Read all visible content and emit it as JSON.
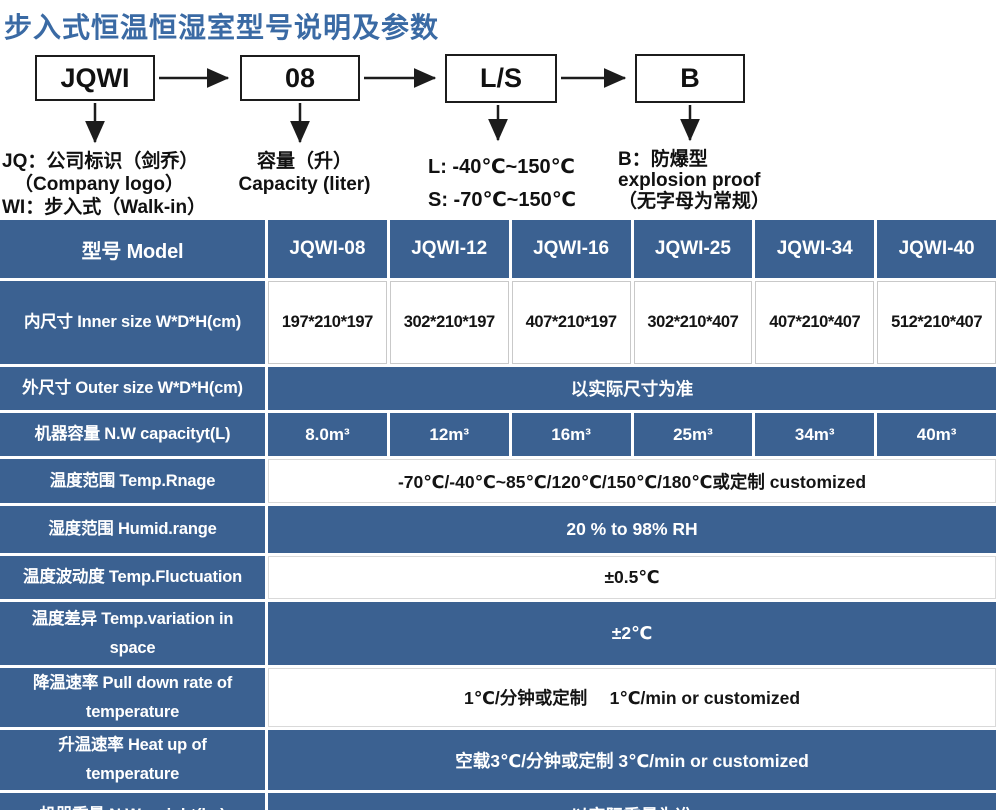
{
  "title": "步入式恒温恒湿室型号说明及参数",
  "colors": {
    "table_blue": "#3b6191",
    "title_blue": "#3a6aa4",
    "diagram_ink": "#1c1c1c"
  },
  "flow": {
    "boxes": [
      {
        "label": "JQWI",
        "notes": [
          "JQ：公司标识（剑乔）",
          "（Company logo）",
          "WI：步入式（Walk-in）"
        ]
      },
      {
        "label": "08",
        "notes": [
          "容量（升）",
          "Capacity (liter)"
        ]
      },
      {
        "label": "L/S",
        "notes": [
          "L: -40℃~150℃",
          "S: -70℃~150℃"
        ]
      },
      {
        "label": "B",
        "notes": [
          "B：防爆型",
          "explosion proof",
          "（无字母为常规）"
        ]
      }
    ]
  },
  "table": {
    "header": {
      "label": "型号 Model",
      "models": [
        "JQWI-08",
        "JQWI-12",
        "JQWI-16",
        "JQWI-25",
        "JQWI-34",
        "JQWI-40"
      ]
    },
    "rows": [
      {
        "label_lines": [
          "内尺寸 Inner size W*D*H(cm)"
        ],
        "values": [
          "197*210*197",
          "302*210*197",
          "407*210*197",
          "302*210*407",
          "407*210*407",
          "512*210*407"
        ]
      },
      {
        "label_lines": [
          "外尺寸 Outer size W*D*H(cm)"
        ],
        "value": "以实际尺寸为准"
      },
      {
        "label_lines": [
          "机器容量 N.W capacityt(L)"
        ],
        "values": [
          "8.0m³",
          "12m³",
          "16m³",
          "25m³",
          "34m³",
          "40m³"
        ]
      },
      {
        "label_lines": [
          "温度范围 Temp.Rnage"
        ],
        "value": "-70℃/-40℃~85℃/120℃/150℃/180℃或定制 customized"
      },
      {
        "label_lines": [
          "湿度范围 Humid.range"
        ],
        "value": "20 % to 98% RH"
      },
      {
        "label_lines": [
          "温度波动度 Temp.Fluctuation"
        ],
        "value": "±0.5℃"
      },
      {
        "label_lines": [
          "温度差异 Temp.variation in",
          "space"
        ],
        "value": "±2℃"
      },
      {
        "label_lines": [
          "降温速率 Pull down rate of",
          "temperature"
        ],
        "value": "1℃/分钟或定制　 1℃/min or customized"
      },
      {
        "label_lines": [
          "升温速率 Heat up of",
          "temperature"
        ],
        "value": "空载3℃/分钟或定制 3℃/min or customized"
      },
      {
        "label_lines": [
          "机器重量 N.W weight(kg)"
        ],
        "value": "以实际重量为准"
      }
    ]
  }
}
